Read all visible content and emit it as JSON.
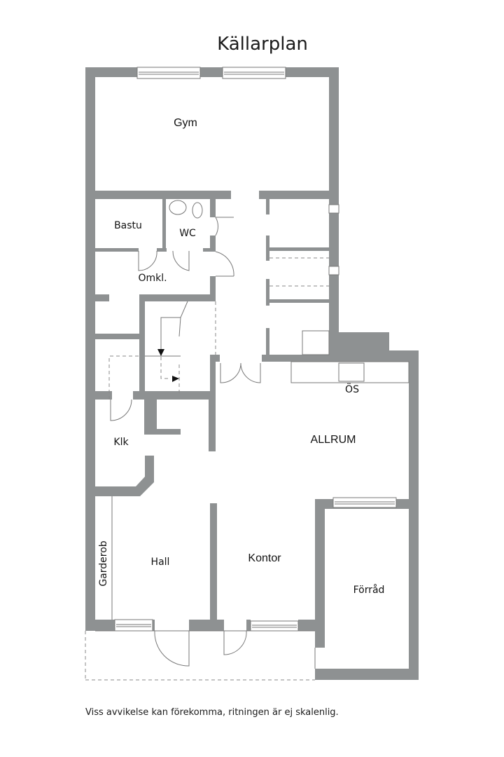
{
  "plan": {
    "title": "Källarplan",
    "disclaimer": "Viss avvikelse kan förekomma, ritningen är ej skalenlig.",
    "wall_color": "#8e9192",
    "rooms": {
      "gym": "Gym",
      "bastu": "Bastu",
      "wc": "WC",
      "omkl": "Omkl.",
      "os": "ÖS",
      "allrum": "ALLRUM",
      "klk": "Klk",
      "garderob": "Garderob",
      "hall": "Hall",
      "kontor": "Kontor",
      "forrad": "Förråd"
    }
  }
}
